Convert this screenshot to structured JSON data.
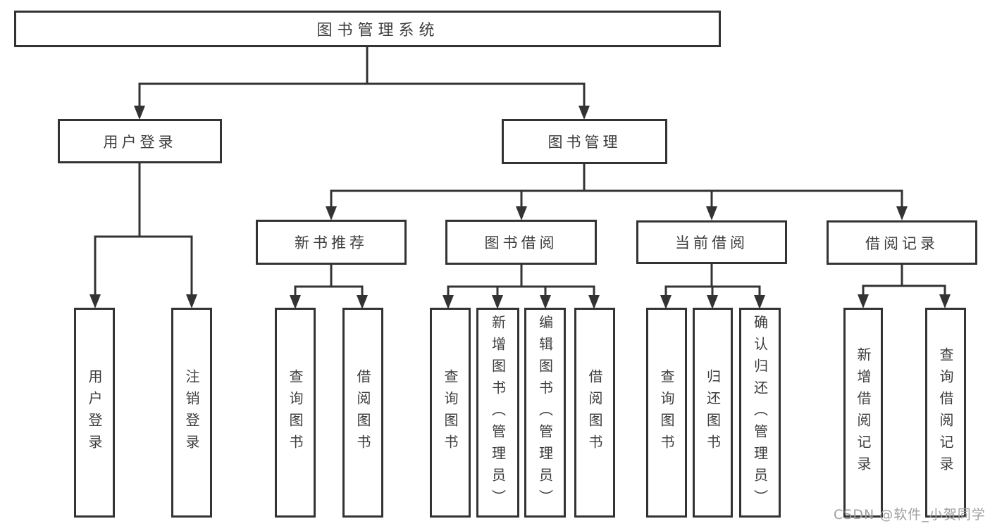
{
  "tree": {
    "root": {
      "label": "图书管理系统"
    },
    "user_login": {
      "label": "用户登录",
      "children": [
        {
          "label": "用户登录"
        },
        {
          "label": "注销登录"
        }
      ]
    },
    "book_mgmt": {
      "label": "图书管理"
    },
    "new_books": {
      "label": "新书推荐",
      "children": [
        {
          "label": "查询图书"
        },
        {
          "label": "借阅图书"
        }
      ]
    },
    "book_borrow": {
      "label": "图书借阅",
      "children": [
        {
          "label": "查询图书"
        },
        {
          "label": "新增图书（管理员）"
        },
        {
          "label": "编辑图书（管理员）"
        },
        {
          "label": "借阅图书"
        }
      ]
    },
    "current_borrow": {
      "label": "当前借阅",
      "children": [
        {
          "label": "查询图书"
        },
        {
          "label": "归还图书"
        },
        {
          "label": "确认归还（管理员）"
        }
      ]
    },
    "borrow_records": {
      "label": "借阅记录",
      "children": [
        {
          "label": "新增借阅记录"
        },
        {
          "label": "查询借阅记录"
        }
      ]
    }
  },
  "watermark": {
    "text": "CSDN @软件_小贺同学"
  },
  "colors": {
    "line": "#333333",
    "box_border": "#333333",
    "text": "#3d3d3d",
    "watermark": "#9e9e9e",
    "background": "#ffffff"
  }
}
